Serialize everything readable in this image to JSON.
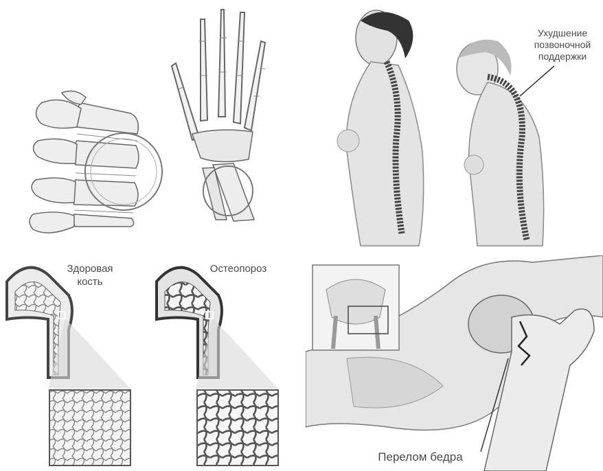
{
  "labels": {
    "spine_support": [
      "Ухудшение",
      "позвоночной",
      "поддержки"
    ],
    "healthy_bone": [
      "Здоровая",
      "кость"
    ],
    "osteoporosis": "Остеопороз",
    "hip_fracture": "Перелом бедра"
  },
  "icons": [
    "vertebrae-illustration",
    "hand-skeleton-illustration",
    "spine-posture-illustration",
    "femur-cross-section-illustration",
    "pelvis-hip-fracture-illustration"
  ],
  "colors": {
    "line": "#555555",
    "bone_fill": "#eeeeee",
    "skin_fill": "#e4e4e4",
    "shadow": "#9a9a9a"
  }
}
